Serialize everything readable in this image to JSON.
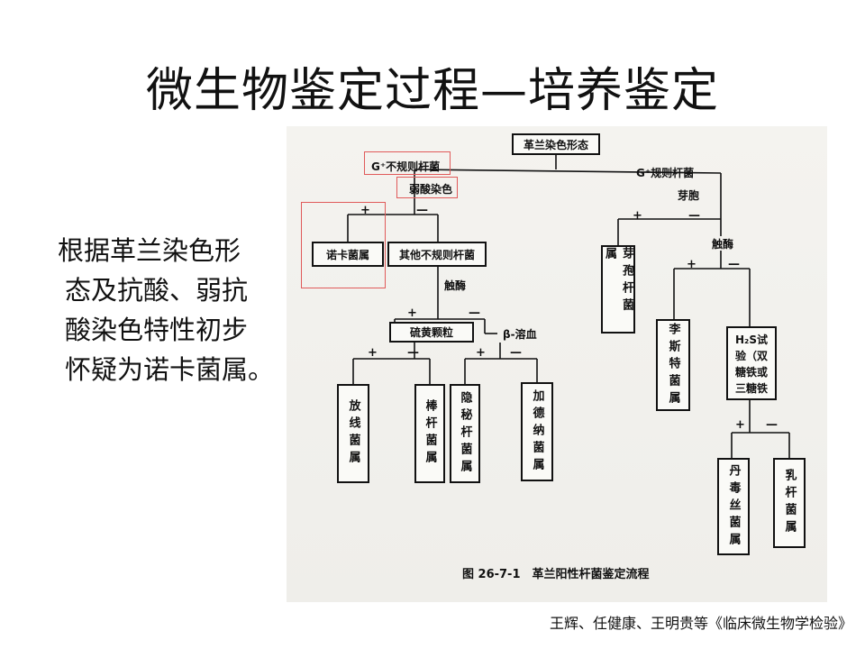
{
  "title": "微生物鉴定过程—培养鉴定",
  "description": [
    "根据革兰染色形",
    "态及抗酸、弱抗",
    "酸染色特性初步",
    "怀疑为诺卡菌属。"
  ],
  "flowchart": {
    "root": "革兰染色形态",
    "gpos_irregular": "G⁺不规则杆菌",
    "gpos_regular": "G⁺规则杆菌",
    "weak_acid_fast": "弱酸染色",
    "nocardia": "诺卡菌属",
    "other_irregular": "其他不规则杆菌",
    "catalase_left": "触酶",
    "sulfur_granules": "硫黄颗粒",
    "beta_hemolysis": "β-溶血",
    "actinomyces": "放线菌属",
    "corynebacterium": "棒杆菌属",
    "cryptobacterium": "隐秘杆菌属",
    "gardnerella": "加德纳菌属",
    "spore": "芽胞",
    "bacillus": "芽孢杆菌属",
    "catalase_right": "触酶",
    "listeria": "李斯特菌属",
    "h2s_test": "H₂S试验（双糖铁或三糖铁",
    "erysipelothrix": "丹毒丝菌属",
    "lactobacillus": "乳杆菌属",
    "plus": "+",
    "minus": "—"
  },
  "figure_caption": "图 26-7-1　革兰阳性杆菌鉴定流程",
  "credit": "王辉、任健康、王明贵等《临床微生物学检验》",
  "colors": {
    "highlight": "#e05a5a",
    "paper": "#f2f1ed",
    "ink": "#111111"
  }
}
